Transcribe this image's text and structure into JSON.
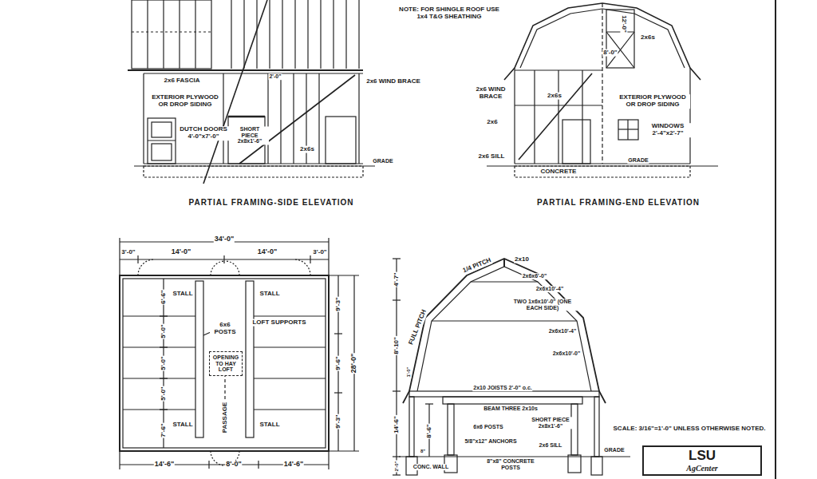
{
  "diagram": {
    "nodes": [
      {
        "text": [
          "OPENING TO HAY LOFT"
        ]
      },
      {
        "text": [
          "LSU",
          "AgCenter"
        ]
      }
    ],
    "labels": [
      "NOTE: FOR SHINGLE ROOF USE 1x4 T&G SHEATHING",
      "2x6 FASCIA",
      "EXTERIOR PLYWOOD OR DROP SIDING",
      "DUTCH DOORS 4'-0\"x7'-0\"",
      "SHORT PIECE 2x8x1'-6\"",
      "2x6 WIND BRACE",
      "2x6s",
      "GRADE",
      "2'-0\"",
      "PARTIAL FRAMING-SIDE ELEVATION",
      "12'-0\"",
      "2x6s",
      "8'-0\"",
      "2x6 WIND BRACE",
      "2x6s",
      "EXTERIOR PLYWOOD OR DROP SIDING",
      "2x6",
      "WINDOWS 2'-4\"x2'-7\"",
      "2x6 SILL",
      "CONCRETE",
      "GRADE",
      "PARTIAL FRAMING-END ELEVATION",
      "34'-0\"",
      "3'-0\"",
      "14'-0\"",
      "14'-0\"",
      "3'-0\"",
      "STALL",
      "STALL",
      "6'-6\"",
      "5'-0\"",
      "5'-0\"",
      "5'-0\"",
      "7'-6\"",
      "6x6 POSTS",
      "LOFT SUPPORTS",
      "PASSAGE",
      "STALL",
      "STALL",
      "9'-3\"",
      "9'-6\"",
      "9'-3\"",
      "28'-0\"",
      "14'-6\"",
      "8'-0\"",
      "14'-6\"",
      "2x10",
      "1/4 PITCH",
      "4'-7\"",
      "2x6x6'-0\"",
      "2x6x10'-4\"",
      "TWO 1x6x10'-0\" (ONE EACH SIDE)",
      "2x6x10'-4\"",
      "2x6x10'-0\"",
      "FULL PITCH",
      "8'-10\"",
      "1'-0\"",
      "2x10 JOISTS 2'-0\" o.c.",
      "14'-6\"",
      "BEAM THREE 2x10s",
      "SHORT PIECE 2x8x1'-6\"",
      "8'-6\"",
      "6x6 POSTS",
      "5/8\"x12\" ANCHORS",
      "2x6 SILL",
      "GRADE",
      "CONC. WALL",
      "8\"x8\" CONCRETE POSTS",
      "2'-0\"",
      "8\"",
      "SCALE: 3/16\"=1'-0\" UNLESS OTHERWISE NOTED."
    ]
  }
}
